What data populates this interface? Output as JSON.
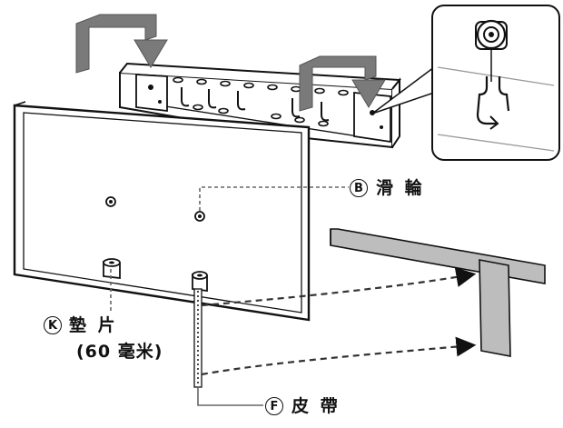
{
  "labels": {
    "roller": {
      "badge": "B",
      "text": "滑 輪"
    },
    "spacer": {
      "badge": "K",
      "text": "墊 片",
      "sub": "(60 毫米)"
    },
    "belt": {
      "badge": "F",
      "text": "皮 帶"
    }
  },
  "colors": {
    "line": "#111111",
    "arrow_gray": "#7a7a7a",
    "stand_gray": "#bdbdbd",
    "dashed": "#333333",
    "gray_line": "#9a9a9a"
  }
}
